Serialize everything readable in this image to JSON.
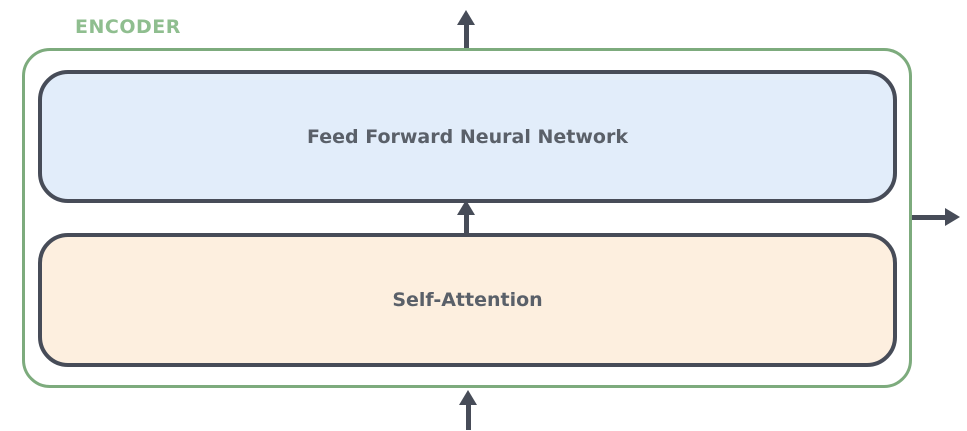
{
  "colors": {
    "encoder_border": "#7dab7d",
    "encoder_label": "#8fbe8f",
    "block_border": "#474c58",
    "feed_forward_fill": "#e2edfa",
    "self_attention_fill": "#fdefdf",
    "arrow": "#474c58",
    "label_text": "#5a6069",
    "canvas_bg": "#ffffff"
  },
  "diagram": {
    "title": "ENCODER",
    "blocks": {
      "feed_forward": {
        "label": "Feed Forward Neural Network"
      },
      "self_attention": {
        "label": "Self-Attention"
      }
    },
    "arrows": {
      "output": "up-arrow-from-encoder-top",
      "internal": "up-arrow-self-attention-to-feed-forward",
      "input": "up-arrow-into-encoder-bottom",
      "side_output": "right-arrow-from-encoder-right"
    }
  }
}
